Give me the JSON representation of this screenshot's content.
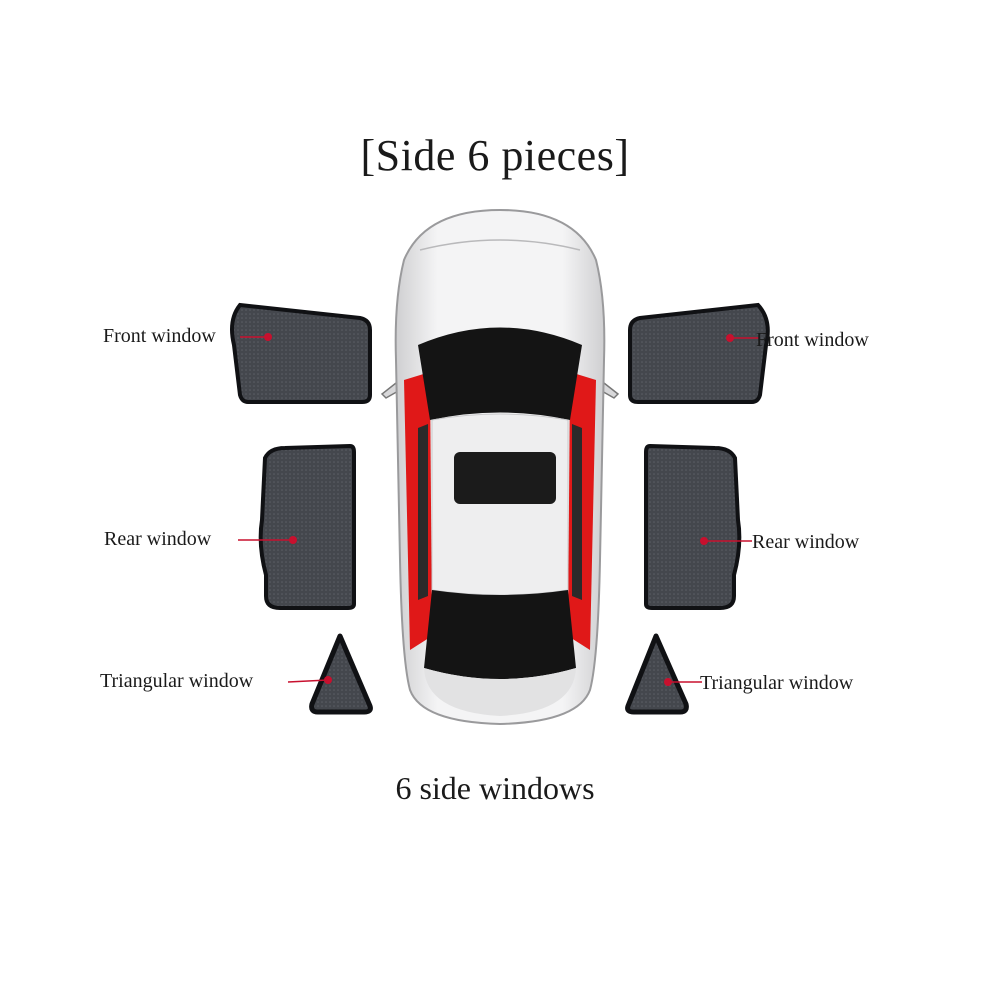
{
  "title": "[Side 6 pieces]",
  "subtitle": "6 side windows",
  "labels": {
    "left_front": "Front window",
    "left_rear": "Rear window",
    "left_triangular": "Triangular window",
    "right_front": "Front window",
    "right_rear": "Rear window",
    "right_triangular": "Triangular window"
  },
  "colors": {
    "shade_fill": "#3b3d42",
    "shade_edge": "#101114",
    "marker": "#c8102e",
    "car_body": "#e9e9ea",
    "car_glass": "#141414",
    "car_accent": "#e01818"
  },
  "icons": {
    "car": "sedan-top-view-icon"
  }
}
